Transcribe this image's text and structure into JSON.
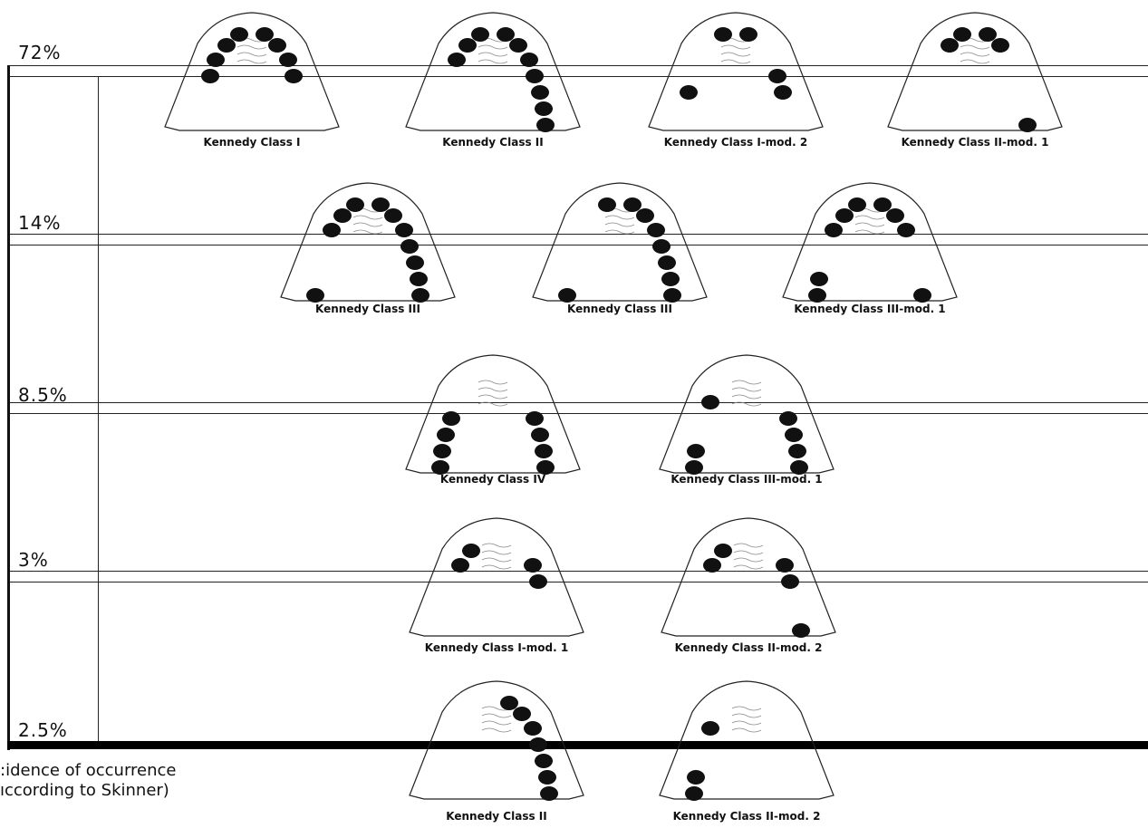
{
  "rows": [
    {
      "percent": "72%",
      "items": [
        {
          "caption": "Kennedy Class I",
          "teeth": "full-bilateral-1"
        },
        {
          "caption": "Kennedy Class II",
          "teeth": "class2"
        },
        {
          "caption": "Kennedy Class I-mod. 2",
          "teeth": "scatter1"
        },
        {
          "caption": "Kennedy Class II-mod. 1",
          "teeth": "anterior-plus-one"
        }
      ]
    },
    {
      "percent": "14%",
      "items": [
        {
          "caption": "Kennedy Class III",
          "teeth": "class3a"
        },
        {
          "caption": "Kennedy Class III",
          "teeth": "class3b"
        },
        {
          "caption": "Kennedy Class III-mod. 1",
          "teeth": "class3mod"
        }
      ]
    },
    {
      "percent": "8.5%",
      "items": [
        {
          "caption": "Kennedy Class IV",
          "teeth": "class4"
        },
        {
          "caption": "Kennedy Class III-mod. 1",
          "teeth": "class3mod-b"
        }
      ]
    },
    {
      "percent": "3%",
      "items": [
        {
          "caption": "Kennedy Class I-mod. 1",
          "teeth": "pairs"
        },
        {
          "caption": "Kennedy Class II-mod. 2",
          "teeth": "pairs-plus"
        }
      ]
    },
    {
      "percent": "2.5%",
      "items": [
        {
          "caption": "Kennedy Class II",
          "teeth": "class2b"
        },
        {
          "caption": "Kennedy Class II-mod. 2",
          "teeth": "scatter2"
        }
      ]
    }
  ],
  "footer": {
    "line1": ":idence of occurrence",
    "line2": "ıccording to Skinner)"
  },
  "colors": {
    "ink": "#111111",
    "outline": "#222222"
  }
}
